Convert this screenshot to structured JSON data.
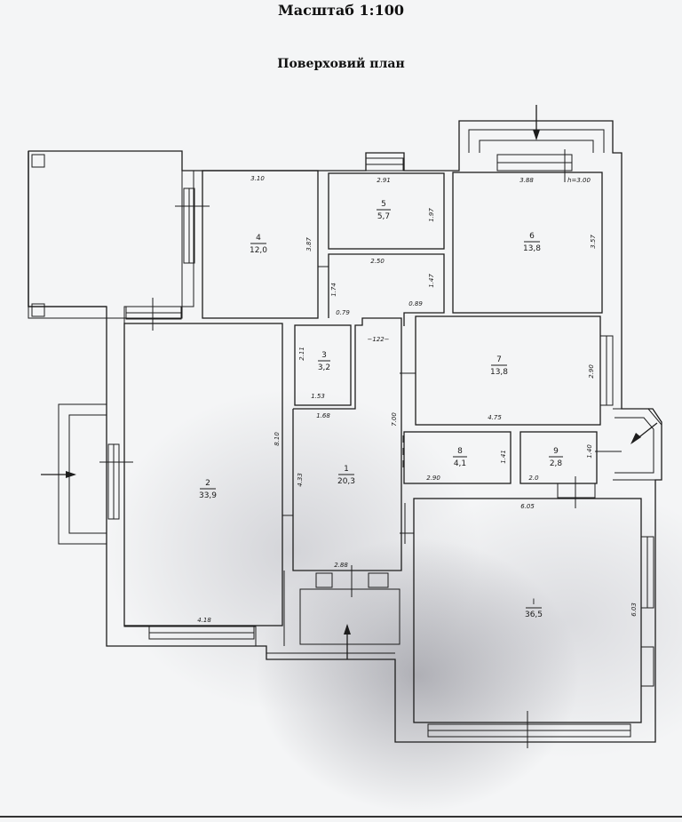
{
  "header": {
    "scale": "Масштаб 1:100",
    "plan": "Поверховий план"
  },
  "ceiling_height": "h=3.00",
  "corridor_mark": "−122−",
  "rooms": [
    {
      "number": "4",
      "area": "12,0"
    },
    {
      "number": "5",
      "area": "5,7"
    },
    {
      "number": "6",
      "area": "13,8"
    },
    {
      "number": "3",
      "area": "3,2"
    },
    {
      "number": "7",
      "area": "13,8"
    },
    {
      "number": "2",
      "area": "33,9"
    },
    {
      "number": "1",
      "area": "20,3"
    },
    {
      "number": "8",
      "area": "4,1"
    },
    {
      "number": "9",
      "area": "2,8"
    },
    {
      "number": "I",
      "area": "36,5"
    }
  ],
  "dimensions": {
    "r4_w": "3.10",
    "r4_h": "3.87",
    "r5_w": "2.91",
    "r5_h": "1.97",
    "r6_w": "3.88",
    "r6_h": "3.57",
    "hall_w": "2.50",
    "hall_h": "1.47",
    "hall_l": "1.74",
    "hall_a": "0.79",
    "hall_b": "0.89",
    "r3_h": "2.11",
    "r3_w": "1.53",
    "r7_h": "2.90",
    "r7_w": "4.75",
    "r1_w": "1.68",
    "r1_h": "4.33",
    "r1_r": "7.00",
    "r1_b": "2.88",
    "r2_h": "8.10",
    "r2_w": "4.18",
    "r8_w": "2.90",
    "r8_h": "1.41",
    "r9_w": "2.0",
    "r9_h": "1.40",
    "rI_w": "6.05",
    "rI_h": "6.03"
  }
}
